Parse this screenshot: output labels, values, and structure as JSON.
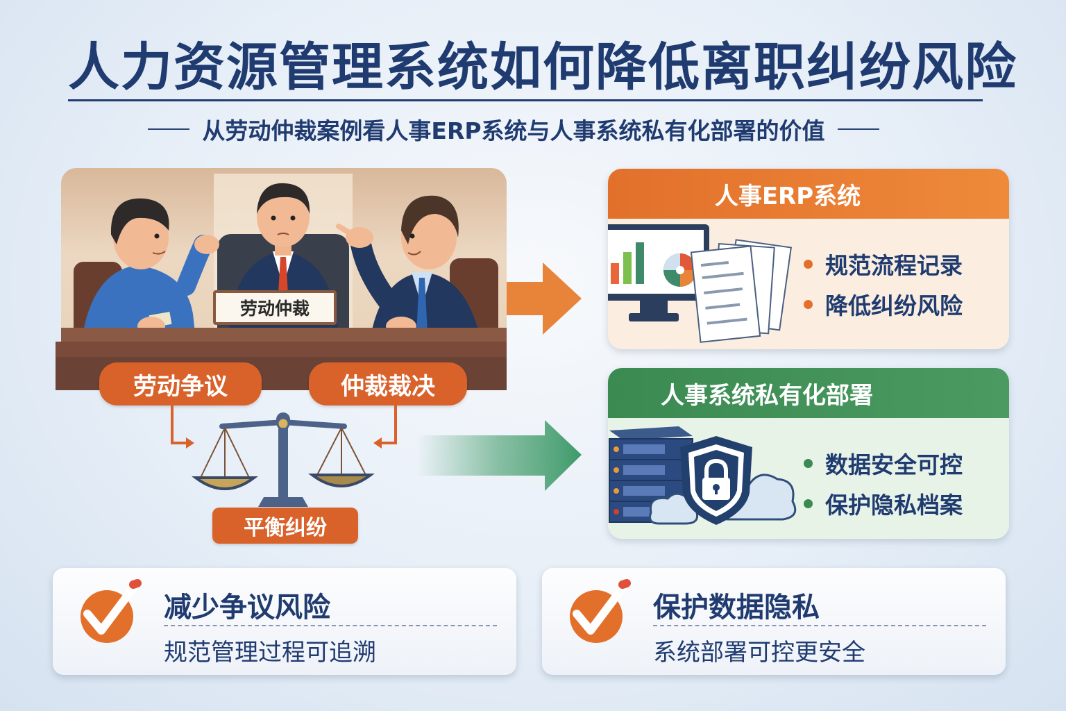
{
  "header": {
    "title": "人力资源管理系统如何降低离职纠纷风险",
    "subtitle": "从劳动仲裁案例看人事ERP系统与人事系统私有化部署的价值"
  },
  "scene": {
    "nameplate": "劳动仲裁",
    "labels": [
      "劳动争议",
      "仲裁裁决",
      "平衡纠纷"
    ]
  },
  "cards": {
    "erp": {
      "title": "人事ERP系统",
      "bullets": [
        "规范流程记录",
        "降低纠纷风险"
      ],
      "color": "#e2702b"
    },
    "private": {
      "title": "人事系统私有化部署",
      "bullets": [
        "数据安全可控",
        "保护隐私档案"
      ],
      "color": "#3a8a52"
    }
  },
  "outcomes": [
    {
      "title": "减少争议风险",
      "subtitle": "规范管理过程可追溯"
    },
    {
      "title": "保护数据隐私",
      "subtitle": "系统部署可控更安全"
    }
  ],
  "colors": {
    "navy": "#1f3b70",
    "orange": "#d9612a",
    "green": "#3a8a52"
  }
}
